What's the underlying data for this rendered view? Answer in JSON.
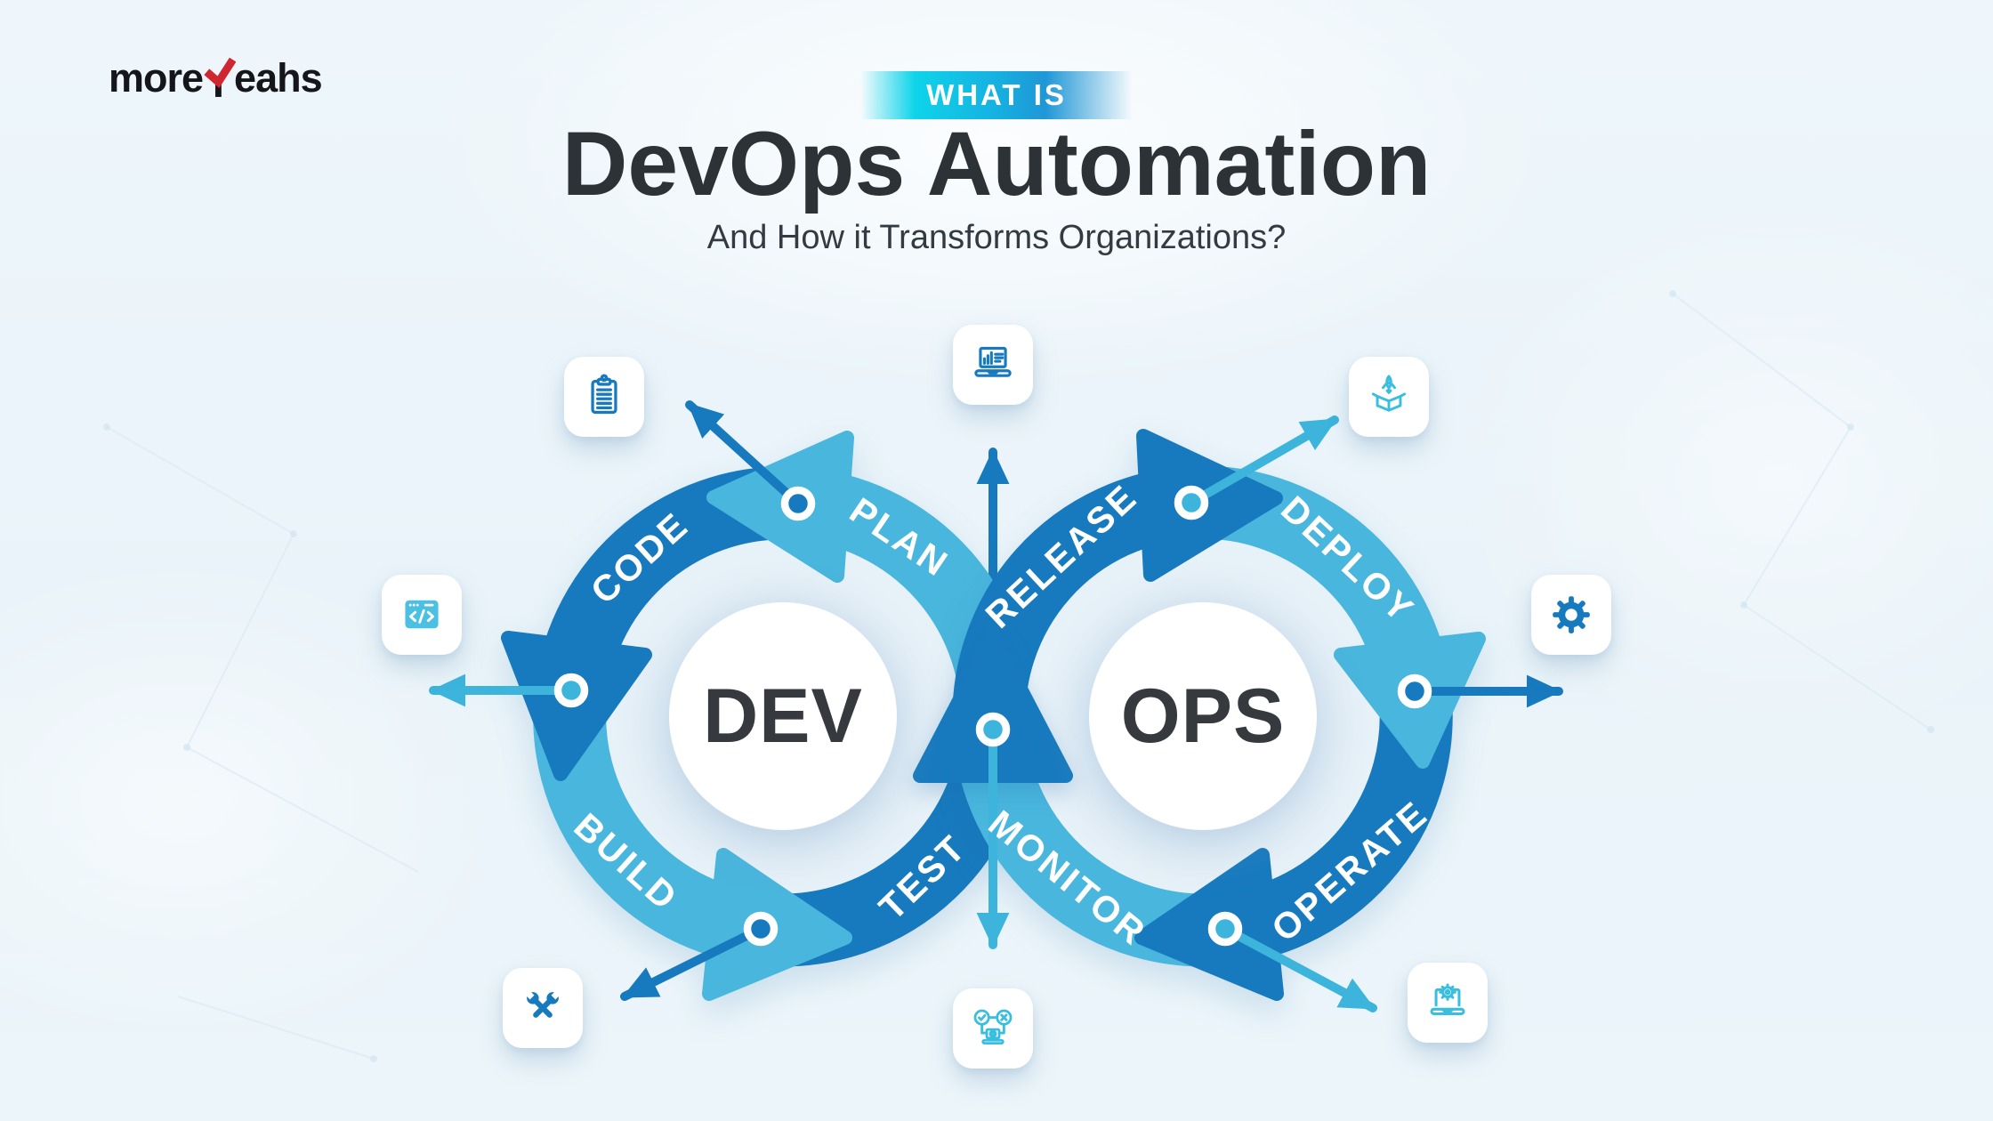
{
  "logo": {
    "prefix": "more",
    "suffix": "eahs"
  },
  "header": {
    "badge_label": "WHAT IS",
    "title": "DevOps Automation",
    "subtitle": "And How it Transforms Organizations?"
  },
  "diagram": {
    "dev_label": "DEV",
    "ops_label": "OPS",
    "dev_stages": [
      {
        "label": "PLAN"
      },
      {
        "label": "CODE"
      },
      {
        "label": "BUILD"
      },
      {
        "label": "TEST"
      }
    ],
    "ops_stages": [
      {
        "label": "RELEASE"
      },
      {
        "label": "DEPLOY"
      },
      {
        "label": "OPERATE"
      },
      {
        "label": "MONITOR"
      }
    ],
    "icons": [
      {
        "name": "clipboard-icon"
      },
      {
        "name": "laptop-chart-icon"
      },
      {
        "name": "rocket-box-icon"
      },
      {
        "name": "code-window-icon"
      },
      {
        "name": "gear-icon"
      },
      {
        "name": "wrench-tools-icon"
      },
      {
        "name": "test-check-icon"
      },
      {
        "name": "laptop-gear-icon"
      }
    ],
    "colors": {
      "dark_blue": "#177abe",
      "light_blue": "#49b6dd",
      "icon_cyan": "#39bede",
      "ray_cyan": "#3cb4dc",
      "badge_cyan": "#0ed4e9",
      "badge_blue": "#1f97d6",
      "logo_red": "#cf2630",
      "text_dark": "#2d3237"
    }
  }
}
